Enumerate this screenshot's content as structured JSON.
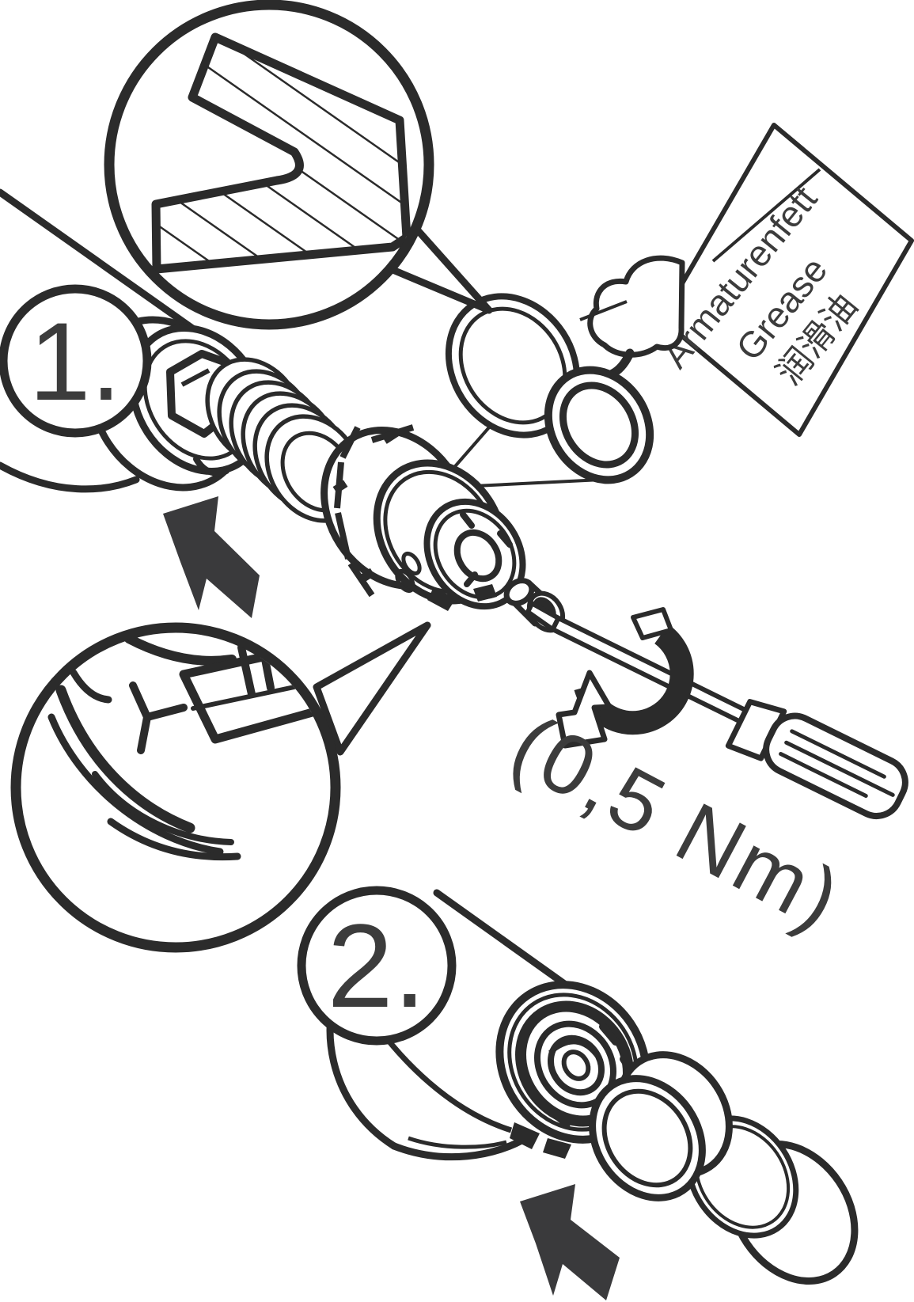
{
  "background": "#ffffff",
  "ink_color": "#2b2b2b",
  "arrow_color": "#3a3a3c",
  "text_color": "#3c3c3c",
  "steps": {
    "step1": "1.",
    "step2": "2."
  },
  "grease_tag": {
    "line1": "Armaturenfett",
    "line2": "Grease",
    "line3": "润滑油"
  },
  "torque_label": "(0,5 Nm)"
}
